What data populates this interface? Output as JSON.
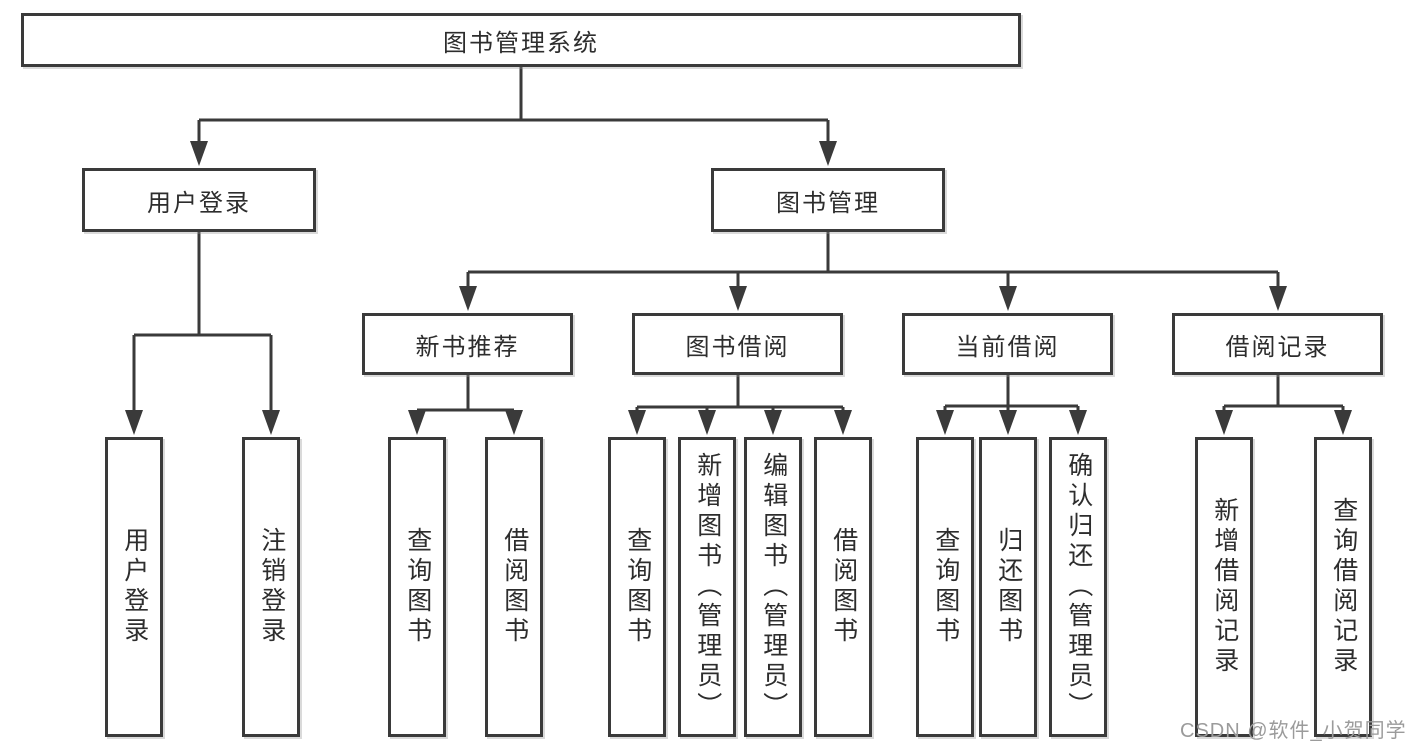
{
  "diagram": {
    "root": {
      "label": "图书管理系统"
    },
    "level2": [
      {
        "label": "用户登录"
      },
      {
        "label": "图书管理"
      }
    ],
    "level3": [
      {
        "label": "新书推荐"
      },
      {
        "label": "图书借阅"
      },
      {
        "label": "当前借阅"
      },
      {
        "label": "借阅记录"
      }
    ],
    "leaves": {
      "user_login": [
        {
          "label": "用户登录"
        },
        {
          "label": "注销登录"
        }
      ],
      "new_book": [
        {
          "label": "查询图书"
        },
        {
          "label": "借阅图书"
        }
      ],
      "book_borrow": [
        {
          "label": "查询图书"
        },
        {
          "label": "新增图书（管理员）"
        },
        {
          "label": "编辑图书（管理员）"
        },
        {
          "label": "借阅图书"
        }
      ],
      "current_borrow": [
        {
          "label": "查询图书"
        },
        {
          "label": "归还图书"
        },
        {
          "label": "确认归还（管理员）"
        }
      ],
      "borrow_records": [
        {
          "label": "新增借阅记录"
        },
        {
          "label": "查询借阅记录"
        }
      ]
    }
  },
  "watermark": {
    "text": "CSDN @软件_小贺同学"
  },
  "colors": {
    "line": "#3a3a3a",
    "box_border": "#3a3a3a",
    "text": "#2d2d2d",
    "watermark": "#9b9b9b",
    "background": "#ffffff"
  }
}
